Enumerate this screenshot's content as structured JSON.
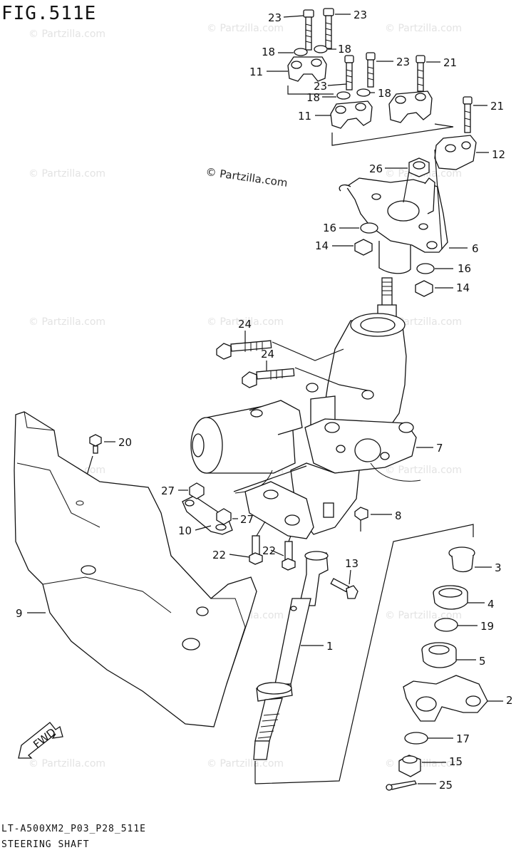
{
  "figure": {
    "title": "FIG.511E",
    "code": "LT-A500XM2_P03_P28_511E",
    "name": "STEERING SHAFT"
  },
  "watermark": {
    "text": "© Partzilla.com",
    "color": "#e3e3e3"
  },
  "brand_mark": "© Partzilla.com",
  "fwd_label": "FWD",
  "callouts": [
    {
      "id": "c23a",
      "label": "23"
    },
    {
      "id": "c23b",
      "label": "23"
    },
    {
      "id": "c18a",
      "label": "18"
    },
    {
      "id": "c18b",
      "label": "18"
    },
    {
      "id": "c11a",
      "label": "11"
    },
    {
      "id": "c23c",
      "label": "23"
    },
    {
      "id": "c23d",
      "label": "23"
    },
    {
      "id": "c21a",
      "label": "21"
    },
    {
      "id": "c18c",
      "label": "18"
    },
    {
      "id": "c18d",
      "label": "18"
    },
    {
      "id": "c11b",
      "label": "11"
    },
    {
      "id": "c21b",
      "label": "21"
    },
    {
      "id": "c12",
      "label": "12"
    },
    {
      "id": "c26",
      "label": "26"
    },
    {
      "id": "c16a",
      "label": "16"
    },
    {
      "id": "c14a",
      "label": "14"
    },
    {
      "id": "c6",
      "label": "6"
    },
    {
      "id": "c16b",
      "label": "16"
    },
    {
      "id": "c14b",
      "label": "14"
    },
    {
      "id": "c24a",
      "label": "24"
    },
    {
      "id": "c24b",
      "label": "24"
    },
    {
      "id": "c20",
      "label": "20"
    },
    {
      "id": "c7",
      "label": "7"
    },
    {
      "id": "c27a",
      "label": "27"
    },
    {
      "id": "c27b",
      "label": "27"
    },
    {
      "id": "c10",
      "label": "10"
    },
    {
      "id": "c8",
      "label": "8"
    },
    {
      "id": "c22a",
      "label": "22"
    },
    {
      "id": "c22b",
      "label": "22"
    },
    {
      "id": "c13",
      "label": "13"
    },
    {
      "id": "c3",
      "label": "3"
    },
    {
      "id": "c4",
      "label": "4"
    },
    {
      "id": "c9",
      "label": "9"
    },
    {
      "id": "c1",
      "label": "1"
    },
    {
      "id": "c19",
      "label": "19"
    },
    {
      "id": "c5",
      "label": "5"
    },
    {
      "id": "c2",
      "label": "2"
    },
    {
      "id": "c17",
      "label": "17"
    },
    {
      "id": "c15",
      "label": "15"
    },
    {
      "id": "c25",
      "label": "25"
    }
  ]
}
